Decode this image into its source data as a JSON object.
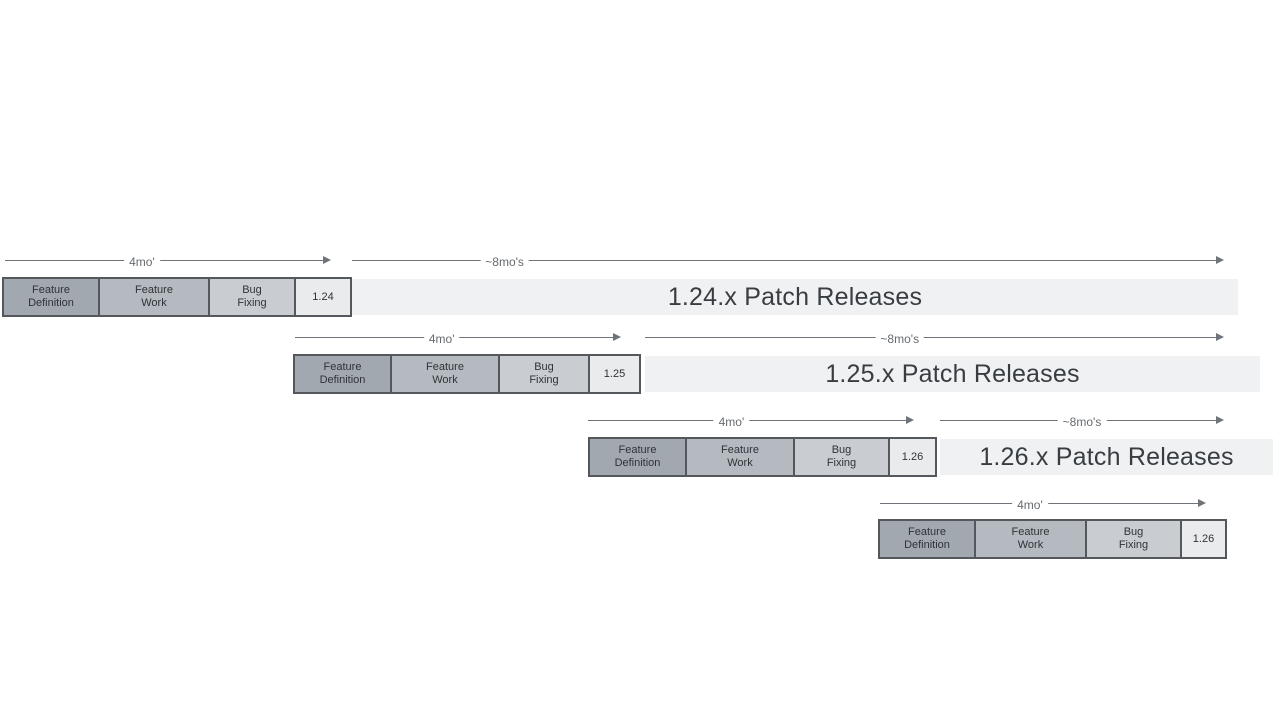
{
  "title": "Release cadence timeline diagram",
  "colors": {
    "background": "#ffffff",
    "feature_definition_fill": "#a1a8af",
    "feature_work_fill": "#b4bac0",
    "bug_fixing_fill": "#c9cdd2",
    "version_box_fill": "#e9ebec",
    "patch_bar_fill": "#f0f1f3",
    "box_border": "#54585d",
    "arrow": "#6e747a",
    "box_text": "#2f3338",
    "patch_bar_text": "#383d42",
    "arrow_label_text": "#666b70"
  },
  "rows": [
    {
      "version": "1.24",
      "phases": [
        "Feature\nDefinition",
        "Feature\nWork",
        "Bug\nFixing"
      ],
      "dev_arrow_label": "4mo'",
      "patch_arrow_label": "~8mo's",
      "patch_bar_label": "1.24.x Patch Releases"
    },
    {
      "version": "1.25",
      "phases": [
        "Feature\nDefinition",
        "Feature\nWork",
        "Bug\nFixing"
      ],
      "dev_arrow_label": "4mo'",
      "patch_arrow_label": "~8mo's",
      "patch_bar_label": "1.25.x Patch Releases"
    },
    {
      "version": "1.26",
      "phases": [
        "Feature\nDefinition",
        "Feature\nWork",
        "Bug\nFixing"
      ],
      "dev_arrow_label": "4mo'",
      "patch_arrow_label": "~8mo's",
      "patch_bar_label": "1.26.x Patch Releases"
    },
    {
      "version": "1.26",
      "phases": [
        "Feature\nDefinition",
        "Feature\nWork",
        "Bug\nFixing"
      ],
      "dev_arrow_label": "4mo'"
    }
  ]
}
